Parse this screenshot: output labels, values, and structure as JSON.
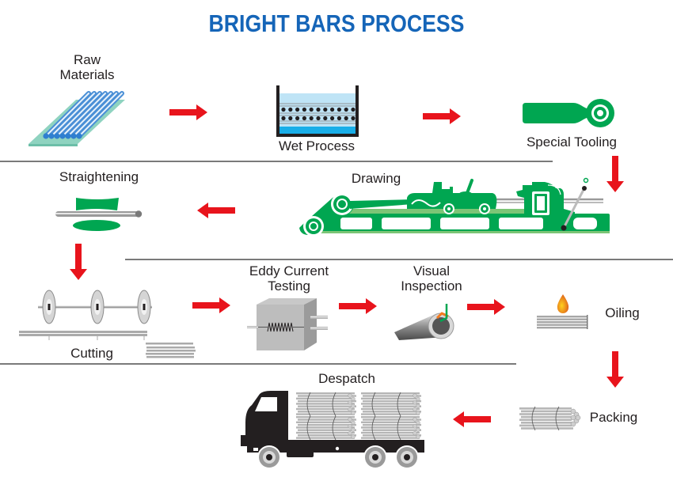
{
  "title": "BRIGHT BARS PROCESS",
  "colors": {
    "title": "#1565b8",
    "arrow": "#e8141c",
    "machine_green": "#00a651",
    "divider": "#7a7a7a",
    "text": "#231f20"
  },
  "steps": [
    {
      "id": "raw-materials",
      "label": "Raw\nMaterials",
      "label_lines": [
        "Raw",
        "Materials"
      ],
      "icon": "rods-on-tray-icon"
    },
    {
      "id": "wet-process",
      "label": "Wet Process",
      "icon": "wet-tank-icon"
    },
    {
      "id": "special-tooling",
      "label": "Special Tooling",
      "icon": "die-tool-icon"
    },
    {
      "id": "drawing",
      "label": "Drawing",
      "icon": "drawbench-icon"
    },
    {
      "id": "straightening",
      "label": "Straightening",
      "icon": "straightening-rolls-icon"
    },
    {
      "id": "cutting",
      "label": "Cutting",
      "icon": "cutting-saw-icon"
    },
    {
      "id": "eddy-current-testing",
      "label": "Eddy Current\nTesting",
      "label_lines": [
        "Eddy Current",
        "Testing"
      ],
      "icon": "eddy-current-box-icon"
    },
    {
      "id": "visual-inspection",
      "label": "Visual\nInspection",
      "label_lines": [
        "Visual",
        "Inspection"
      ],
      "icon": "pipe-inspection-icon"
    },
    {
      "id": "oiling",
      "label": "Oiling",
      "icon": "oil-drop-bars-icon"
    },
    {
      "id": "packing",
      "label": "Packing",
      "icon": "bar-bundle-icon"
    },
    {
      "id": "despatch",
      "label": "Despatch",
      "icon": "truck-icon"
    }
  ],
  "flow": [
    {
      "from": "raw-materials",
      "to": "wet-process",
      "direction": "right"
    },
    {
      "from": "wet-process",
      "to": "special-tooling",
      "direction": "right"
    },
    {
      "from": "special-tooling",
      "to": "drawing",
      "direction": "down"
    },
    {
      "from": "drawing",
      "to": "straightening",
      "direction": "left"
    },
    {
      "from": "straightening",
      "to": "cutting",
      "direction": "down"
    },
    {
      "from": "cutting",
      "to": "eddy-current-testing",
      "direction": "right"
    },
    {
      "from": "eddy-current-testing",
      "to": "visual-inspection",
      "direction": "right"
    },
    {
      "from": "visual-inspection",
      "to": "oiling",
      "direction": "right"
    },
    {
      "from": "oiling",
      "to": "packing",
      "direction": "down"
    },
    {
      "from": "packing",
      "to": "despatch",
      "direction": "left"
    }
  ]
}
